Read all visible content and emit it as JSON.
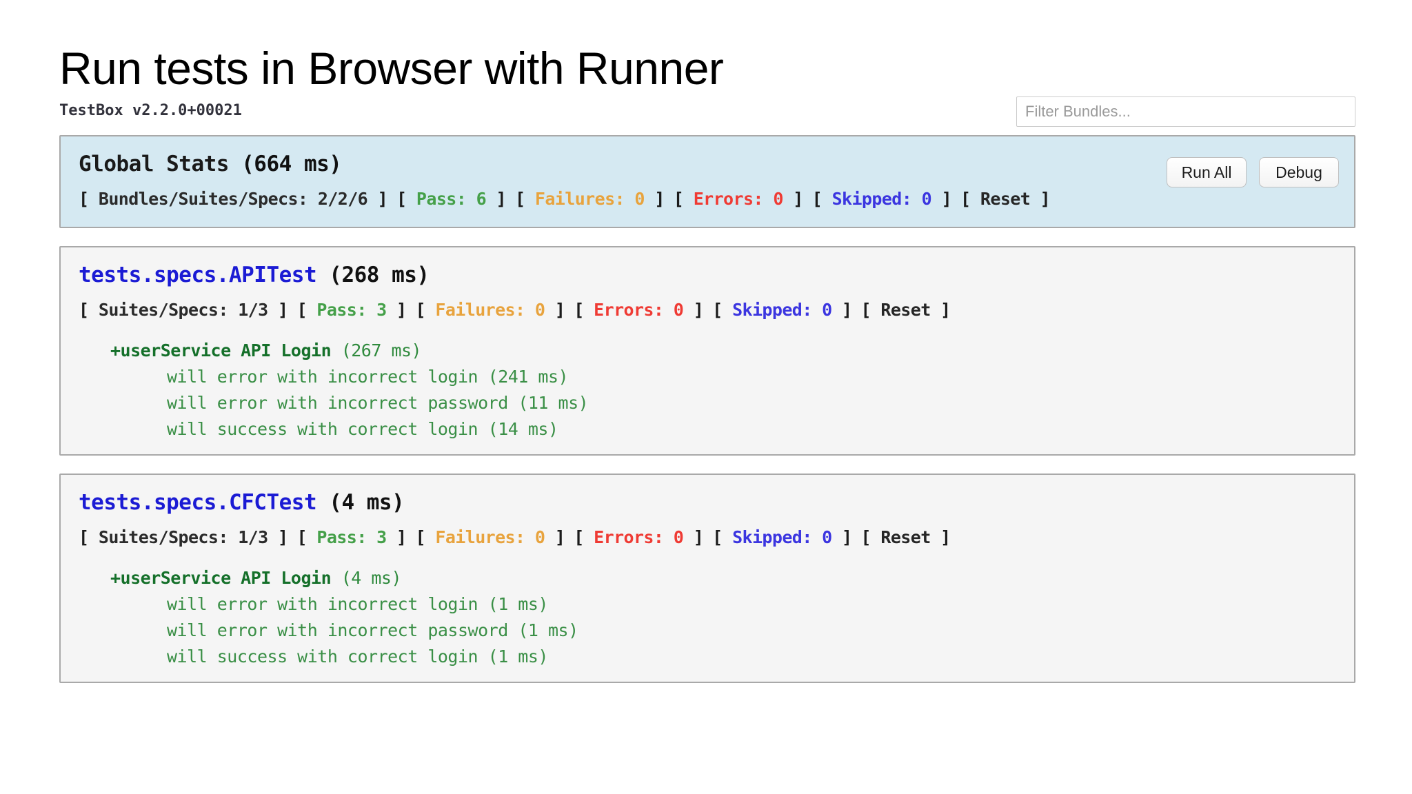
{
  "slide": {
    "title": "Run tests in Browser with Runner"
  },
  "runner": {
    "version": "TestBox v2.2.0+00021",
    "filter": {
      "placeholder": "Filter Bundles...",
      "value": ""
    },
    "buttons": {
      "run_all": "Run All",
      "debug": "Debug"
    },
    "labels": {
      "bracket_open": "[",
      "bracket_close": "]",
      "pass": "Pass:",
      "failures": "Failures:",
      "errors": "Errors:",
      "skipped": "Skipped:",
      "reset": "Reset",
      "bundles_suites_specs": "Bundles/Suites/Specs:",
      "suites_specs": "Suites/Specs:"
    },
    "colors": {
      "pass": "#45a049",
      "failures": "#e8a33d",
      "errors": "#ef3b34",
      "skipped": "#3b35e0",
      "reset": "#262626",
      "bundle_name": "#1b1bd4",
      "suite": "#15702a",
      "spec": "#3a8f46",
      "global_panel_bg": "#d5e9f2",
      "bundle_panel_bg": "#f5f5f5",
      "panel_border": "#a9a9a9"
    },
    "global_stats": {
      "heading_label": "Global Stats",
      "heading_timing": "(664 ms)",
      "counts": "2/2/6",
      "pass": "6",
      "failures": "0",
      "errors": "0",
      "skipped": "0"
    },
    "bundles": [
      {
        "name": "tests.specs.APITest",
        "timing": "(268 ms)",
        "counts": "1/3",
        "pass": "3",
        "failures": "0",
        "errors": "0",
        "skipped": "0",
        "suites": [
          {
            "name": "+userService API Login",
            "timing": "(267 ms)",
            "specs": [
              {
                "name": "will error with incorrect login",
                "timing": "(241 ms)"
              },
              {
                "name": "will error with incorrect password",
                "timing": "(11 ms)"
              },
              {
                "name": "will success with correct login",
                "timing": "(14 ms)"
              }
            ]
          }
        ]
      },
      {
        "name": "tests.specs.CFCTest",
        "timing": "(4 ms)",
        "counts": "1/3",
        "pass": "3",
        "failures": "0",
        "errors": "0",
        "skipped": "0",
        "suites": [
          {
            "name": "+userService API Login",
            "timing": "(4 ms)",
            "specs": [
              {
                "name": "will error with incorrect login",
                "timing": "(1 ms)"
              },
              {
                "name": "will error with incorrect password",
                "timing": "(1 ms)"
              },
              {
                "name": "will success with correct login",
                "timing": "(1 ms)"
              }
            ]
          }
        ]
      }
    ]
  }
}
